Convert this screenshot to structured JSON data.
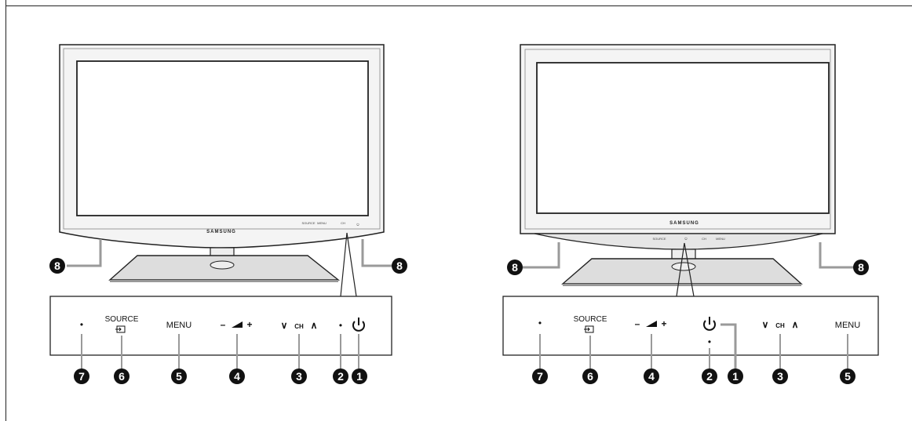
{
  "brand": "SAMSUNG",
  "labels": {
    "source": "SOURCE",
    "menu": "MENU",
    "ch": "CH",
    "minus": "–",
    "plus": "+",
    "chevron_down": "∨",
    "chevron_up": "∧",
    "dot": "•"
  },
  "badges": {
    "n1": "1",
    "n2": "2",
    "n3": "3",
    "n4": "4",
    "n5": "5",
    "n6": "6",
    "n7": "7",
    "n8": "8"
  },
  "colors": {
    "badge_fill": "#111111",
    "leader_line": "#9a9a9a",
    "panel_border": "#222222",
    "tv_screen": "#ffffff",
    "stand_fill": "#dddddd"
  }
}
